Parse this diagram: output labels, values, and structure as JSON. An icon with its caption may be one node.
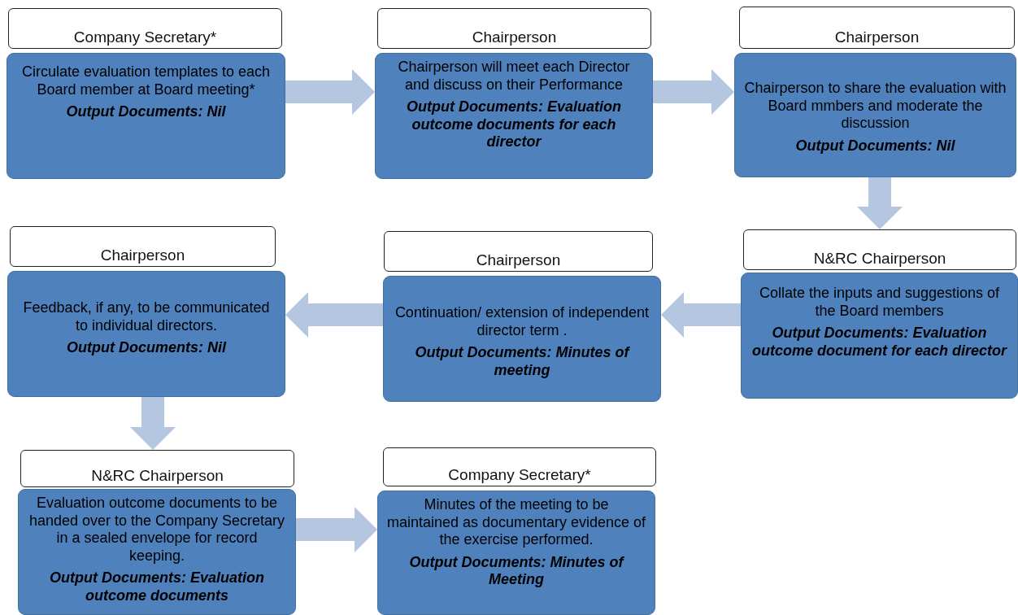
{
  "diagram": {
    "nodes": [
      {
        "text": [
          "Company Secretary*"
        ]
      },
      {
        "text": [
          "Circulate evaluation templates to each Board member at Board meeting*",
          "Output Documents: Nil"
        ]
      },
      {
        "text": [
          "Chairperson"
        ]
      },
      {
        "text": [
          "Chairperson will meet each Director and discuss on their Performance",
          "Output Documents: Evaluation outcome documents for each director"
        ]
      },
      {
        "text": [
          "Chairperson"
        ]
      },
      {
        "text": [
          "Chairperson to share the evaluation with Board mmbers and moderate the discussion",
          "Output Documents: Nil"
        ]
      },
      {
        "text": [
          "Chairperson"
        ]
      },
      {
        "text": [
          "Feedback, if any, to be communicated to individual directors.",
          "Output Documents: Nil"
        ]
      },
      {
        "text": [
          "Chairperson"
        ]
      },
      {
        "text": [
          "Continuation/ extension of independent director term .",
          "Output Documents: Minutes of meeting"
        ]
      },
      {
        "text": [
          "N&RC Chairperson"
        ]
      },
      {
        "text": [
          "Collate the inputs and suggestions of the Board members",
          "Output Documents: Evaluation outcome document for each director"
        ]
      },
      {
        "text": [
          "N&RC Chairperson"
        ]
      },
      {
        "text": [
          "Evaluation outcome documents to be handed over to the Company Secretary in a sealed envelope for record keeping.",
          "Output Documents: Evaluation outcome documents"
        ]
      },
      {
        "text": [
          "Company Secretary*"
        ]
      },
      {
        "text": [
          "Minutes of the meeting to be maintained as documentary evidence of the exercise performed.",
          "Output Documents: Minutes of Meeting"
        ]
      }
    ],
    "edges": [
      {
        "from": 1,
        "to": 3,
        "arrow": "to"
      },
      {
        "from": 3,
        "to": 5,
        "arrow": "to"
      },
      {
        "from": 5,
        "to": 10,
        "arrow": "to"
      },
      {
        "from": 11,
        "to": 9,
        "arrow": "to"
      },
      {
        "from": 9,
        "to": 7,
        "arrow": "to"
      },
      {
        "from": 7,
        "to": 12,
        "arrow": "to"
      },
      {
        "from": 13,
        "to": 15,
        "arrow": "to"
      }
    ]
  }
}
